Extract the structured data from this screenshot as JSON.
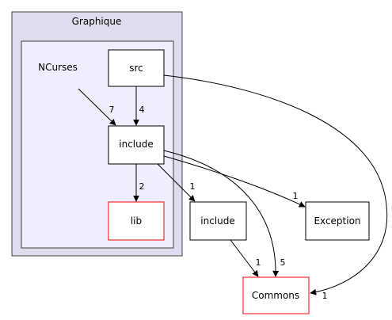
{
  "diagram": {
    "clusters": {
      "outer": {
        "label": "Graphique"
      },
      "inner": {
        "label": "NCurses"
      }
    },
    "nodes": {
      "src": {
        "label": "src",
        "border": "#000000"
      },
      "include_inner": {
        "label": "include",
        "border": "#000000"
      },
      "lib": {
        "label": "lib",
        "border": "#ff0000"
      },
      "include_outer": {
        "label": "include",
        "border": "#000000"
      },
      "exception": {
        "label": "Exception",
        "border": "#000000"
      },
      "commons": {
        "label": "Commons",
        "border": "#ff0000"
      }
    },
    "edges": [
      {
        "from": "NCurses",
        "to": "include_inner",
        "label": "7"
      },
      {
        "from": "src",
        "to": "include_inner",
        "label": "4"
      },
      {
        "from": "include_inner",
        "to": "lib",
        "label": "2"
      },
      {
        "from": "include_inner",
        "to": "include_outer",
        "label": "1"
      },
      {
        "from": "include_inner",
        "to": "exception",
        "label": "1"
      },
      {
        "from": "include_inner",
        "to": "commons",
        "label": "5"
      },
      {
        "from": "include_outer",
        "to": "commons",
        "label": "1"
      },
      {
        "from": "src",
        "to": "commons",
        "label": "1"
      }
    ],
    "colors": {
      "outer_cluster_fill": "#dddded",
      "inner_cluster_fill": "#eeeeff",
      "cluster_border": "#404040",
      "edge": "#000000"
    }
  }
}
